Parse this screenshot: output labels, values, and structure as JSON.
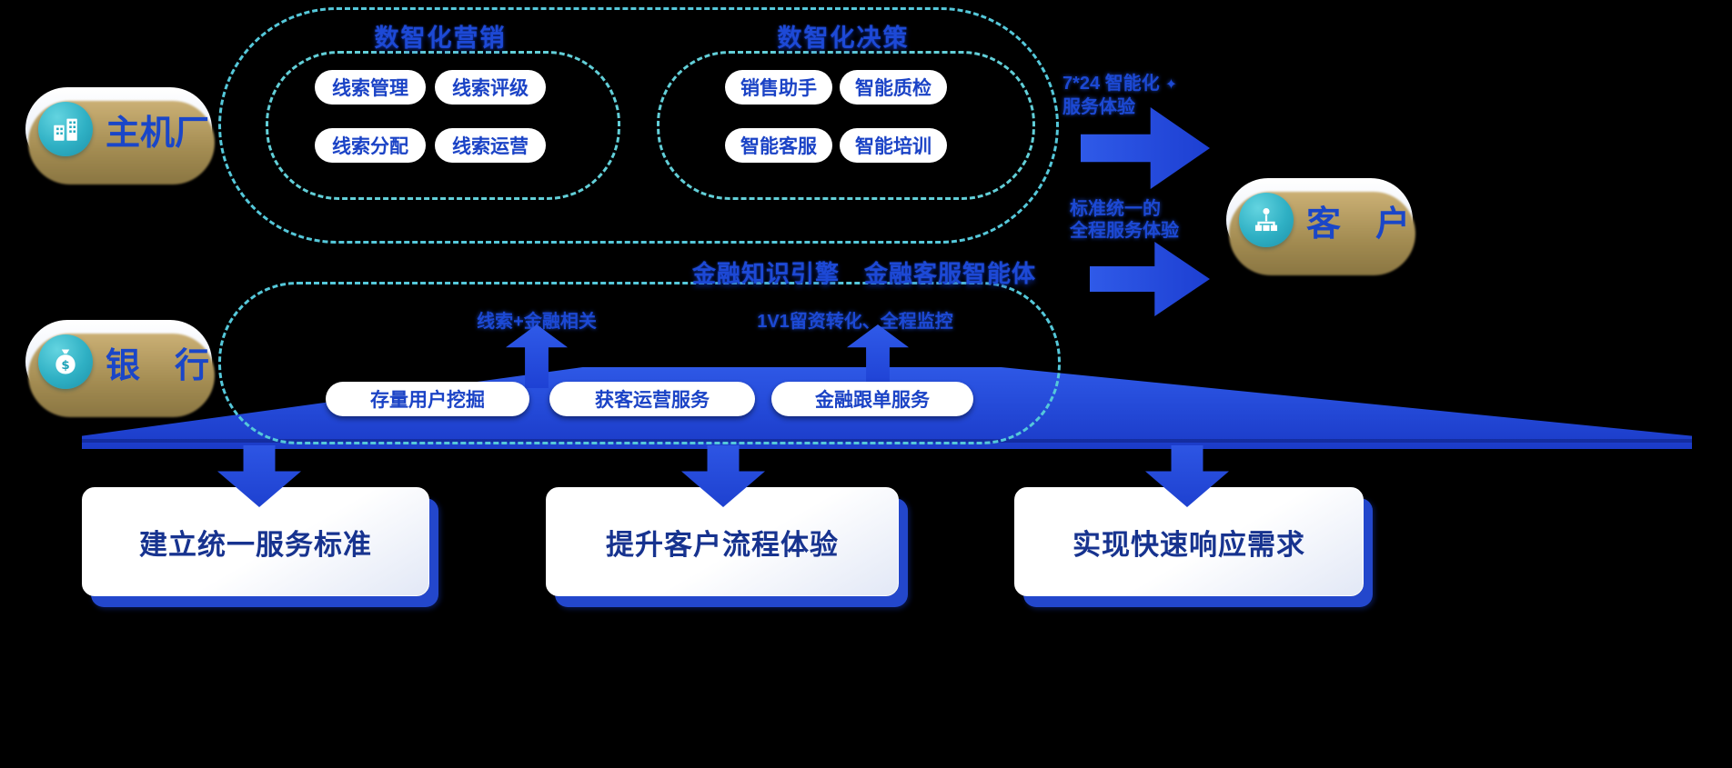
{
  "actors": {
    "oem": "主机厂",
    "bank": "银　行",
    "customer": "客　户"
  },
  "top": {
    "marketing": {
      "title": "数智化营销",
      "items": [
        "线索管理",
        "线索评级",
        "线索分配",
        "线索运营"
      ]
    },
    "decision": {
      "title": "数智化决策",
      "items": [
        "销售助手",
        "智能质检",
        "智能客服",
        "智能培训"
      ]
    }
  },
  "customer_arrows": {
    "first": {
      "line1": "7*24 智能化",
      "line2": "服务体验",
      "sparkle": "✦"
    },
    "second": {
      "line1": "标准统一的",
      "line2": "全程服务体验"
    }
  },
  "finance": {
    "title": "金融知识引擎　金融客服智能体",
    "flow_left": "线索+金融相关",
    "flow_right": "1V1留资转化、全程监控",
    "services": [
      "存量用户挖掘",
      "获客运营服务",
      "金融跟单服务"
    ]
  },
  "goals": [
    "建立统一服务标准",
    "提升客户流程体验",
    "实现快速响应需求"
  ],
  "colors": {
    "primary_blue": "#1d49d6",
    "arrow_blue": "#2b55e0",
    "dash_teal": "#55c8da",
    "pill_shadow_tan": "#a28b51",
    "icon_teal": "#2fb0c4",
    "background": "#000000"
  }
}
